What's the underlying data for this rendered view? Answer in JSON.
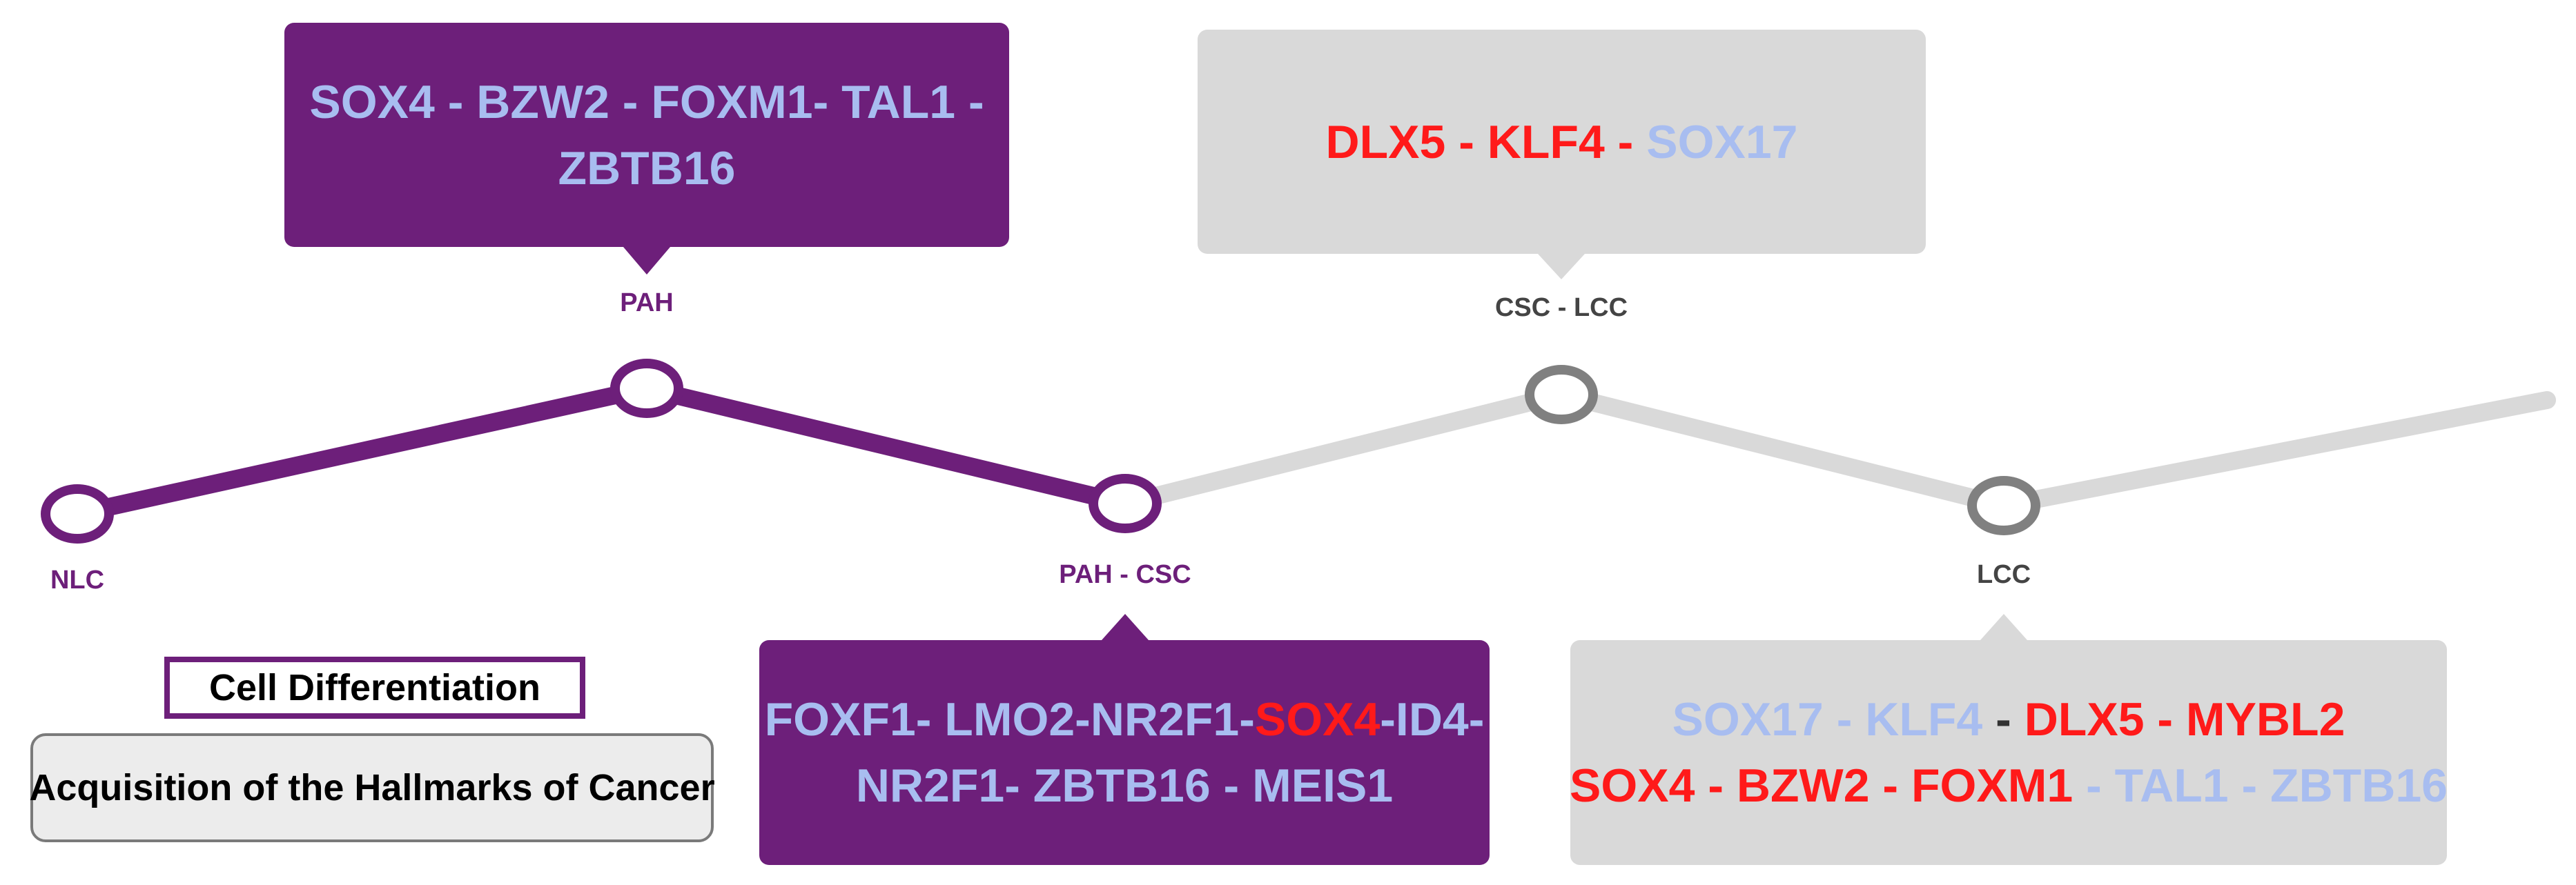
{
  "colors": {
    "purple": "#6d1f7a",
    "grey_track": "#d9d9d9",
    "grey_box": "#d9d9d9",
    "grey_node": "#808080",
    "gene_blue": "#a8bdf0",
    "gene_red": "#ff1a1a",
    "gene_dark": "#333333"
  },
  "nodes": [
    {
      "id": "nlc",
      "label": "NLC",
      "state": "differentiation"
    },
    {
      "id": "pah",
      "label": "PAH",
      "state": "differentiation"
    },
    {
      "id": "pah_csc",
      "label": "PAH - CSC",
      "state": "differentiation"
    },
    {
      "id": "csc_lcc",
      "label": "CSC - LCC",
      "state": "hallmarks"
    },
    {
      "id": "lcc",
      "label": "LCC",
      "state": "hallmarks"
    }
  ],
  "callouts": [
    {
      "id": "pah",
      "style": "purple",
      "lines": [
        [
          {
            "text": "SOX4 - BZW2 - FOXM1- TAL1 -",
            "color": "blue"
          }
        ],
        [
          {
            "text": "ZBTB16",
            "color": "blue"
          }
        ]
      ]
    },
    {
      "id": "csc_lcc",
      "style": "grey",
      "lines": [
        [
          {
            "text": "DLX5 - KLF4 - ",
            "color": "red"
          },
          {
            "text": "SOX17",
            "color": "blue"
          }
        ]
      ]
    },
    {
      "id": "pah_csc",
      "style": "purple",
      "lines": [
        [
          {
            "text": "FOXF1- LMO2-NR2F1-",
            "color": "blue"
          },
          {
            "text": "SOX4",
            "color": "red"
          },
          {
            "text": "-ID4-",
            "color": "blue"
          }
        ],
        [
          {
            "text": "NR2F1- ZBTB16 - MEIS1",
            "color": "blue"
          }
        ]
      ]
    },
    {
      "id": "lcc",
      "style": "grey",
      "lines": [
        [
          {
            "text": "SOX17 - KLF4",
            "color": "blue"
          },
          {
            "text": " - ",
            "color": "dark"
          },
          {
            "text": "DLX5 - MYBL2",
            "color": "red"
          }
        ],
        [
          {
            "text": "SOX4 - BZW2 - FOXM1",
            "color": "red"
          },
          {
            "text": " - TAL1 - ZBTB16",
            "color": "blue"
          }
        ]
      ]
    }
  ],
  "legend": {
    "differentiation": "Cell Differentiation",
    "hallmarks": "Acquisition of the Hallmarks of Cancer"
  }
}
